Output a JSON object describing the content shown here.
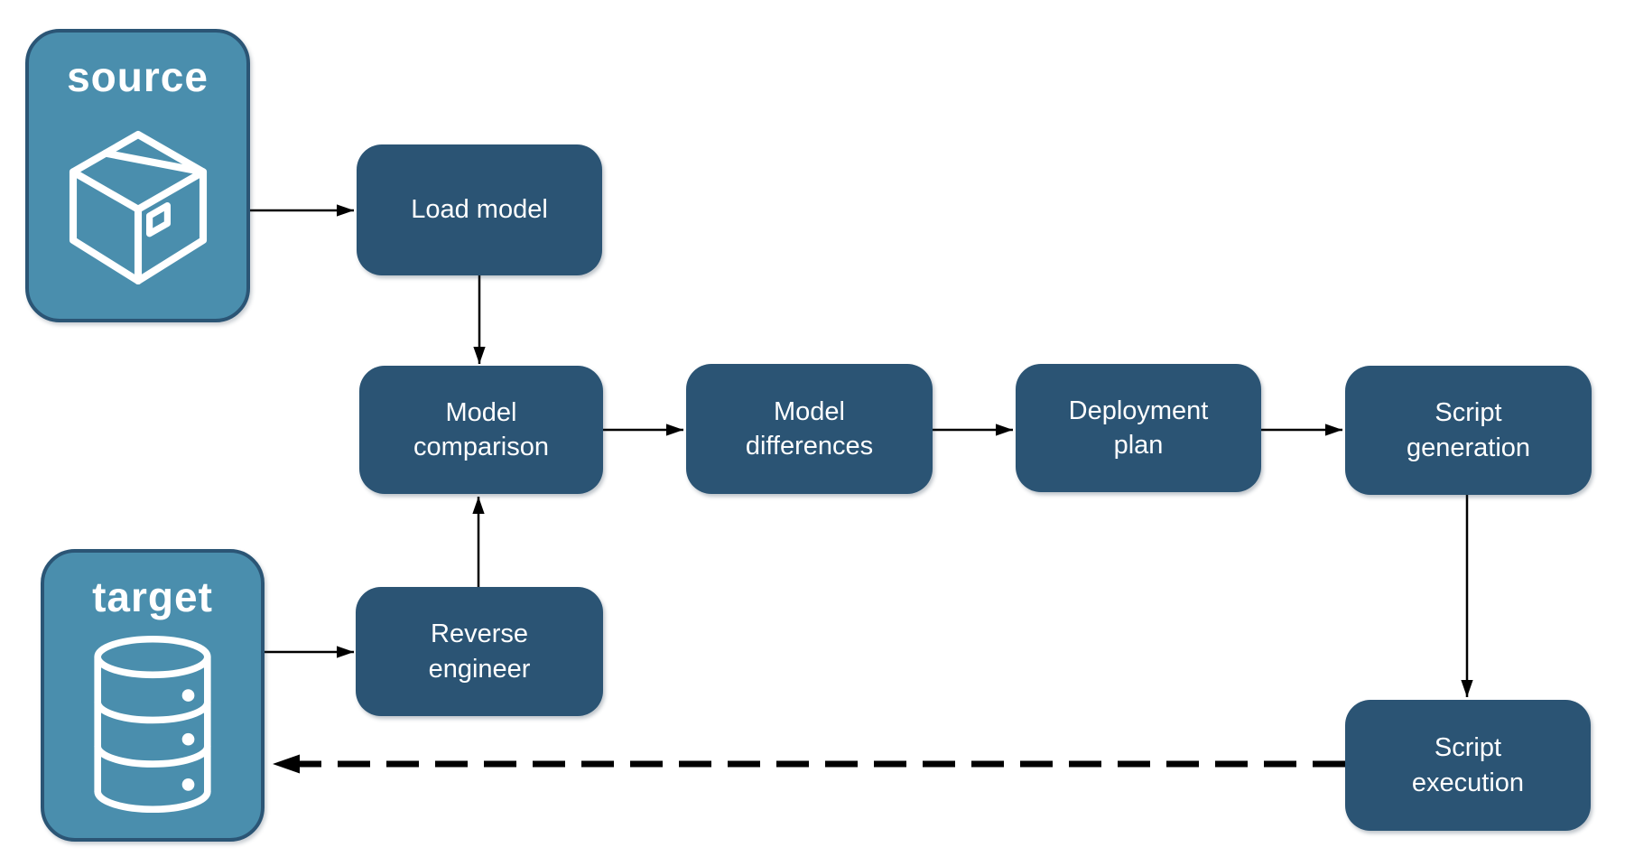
{
  "diagram": {
    "colors": {
      "node_fill": "#2B5474",
      "endpoint_fill": "#4A8EAD",
      "endpoint_border": "#2B5575",
      "arrow": "#000000",
      "label_text": "#FFFFFF"
    },
    "endpoints": [
      {
        "id": "source",
        "label": "source",
        "icon": "package-icon"
      },
      {
        "id": "target",
        "label": "target",
        "icon": "database-icon"
      }
    ],
    "nodes": [
      {
        "id": "load-model",
        "label": "Load model"
      },
      {
        "id": "model-comparison",
        "label": "Model comparison"
      },
      {
        "id": "model-differences",
        "label": "Model differences"
      },
      {
        "id": "deployment-plan",
        "label": "Deployment plan"
      },
      {
        "id": "script-generation",
        "label": "Script generation"
      },
      {
        "id": "reverse-engineer",
        "label": "Reverse engineer"
      },
      {
        "id": "script-execution",
        "label": "Script execution"
      }
    ],
    "edges": [
      {
        "from": "source",
        "to": "load-model",
        "style": "solid"
      },
      {
        "from": "load-model",
        "to": "model-comparison",
        "style": "solid"
      },
      {
        "from": "target",
        "to": "reverse-engineer",
        "style": "solid"
      },
      {
        "from": "reverse-engineer",
        "to": "model-comparison",
        "style": "solid"
      },
      {
        "from": "model-comparison",
        "to": "model-differences",
        "style": "solid"
      },
      {
        "from": "model-differences",
        "to": "deployment-plan",
        "style": "solid"
      },
      {
        "from": "deployment-plan",
        "to": "script-generation",
        "style": "solid"
      },
      {
        "from": "script-generation",
        "to": "script-execution",
        "style": "solid"
      },
      {
        "from": "script-execution",
        "to": "target",
        "style": "dashed"
      }
    ]
  }
}
